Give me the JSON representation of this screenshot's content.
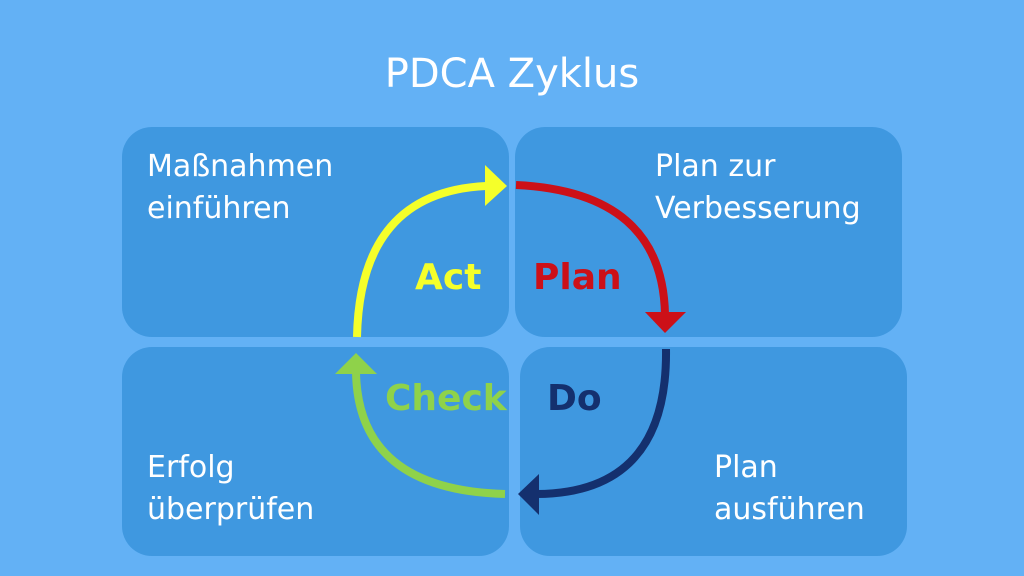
{
  "title": "PDCA Zyklus",
  "quadrants": {
    "act": {
      "desc_line1": "Maßnahmen",
      "desc_line2": "einführen",
      "phase": "Act"
    },
    "plan": {
      "desc_line1": "Plan zur",
      "desc_line2": "Verbesserung",
      "phase": "Plan"
    },
    "check": {
      "desc_line1": "Erfolg",
      "desc_line2": "überprüfen",
      "phase": "Check"
    },
    "do": {
      "desc_line1": "Plan",
      "desc_line2": "ausführen",
      "phase": "Do"
    }
  },
  "colors": {
    "background": "#63b1f5",
    "box": "#3f98e0",
    "text": "#ffffff",
    "act": "#f5ff2a",
    "plan": "#cc1018",
    "check": "#8fd24a",
    "do": "#14306e"
  }
}
